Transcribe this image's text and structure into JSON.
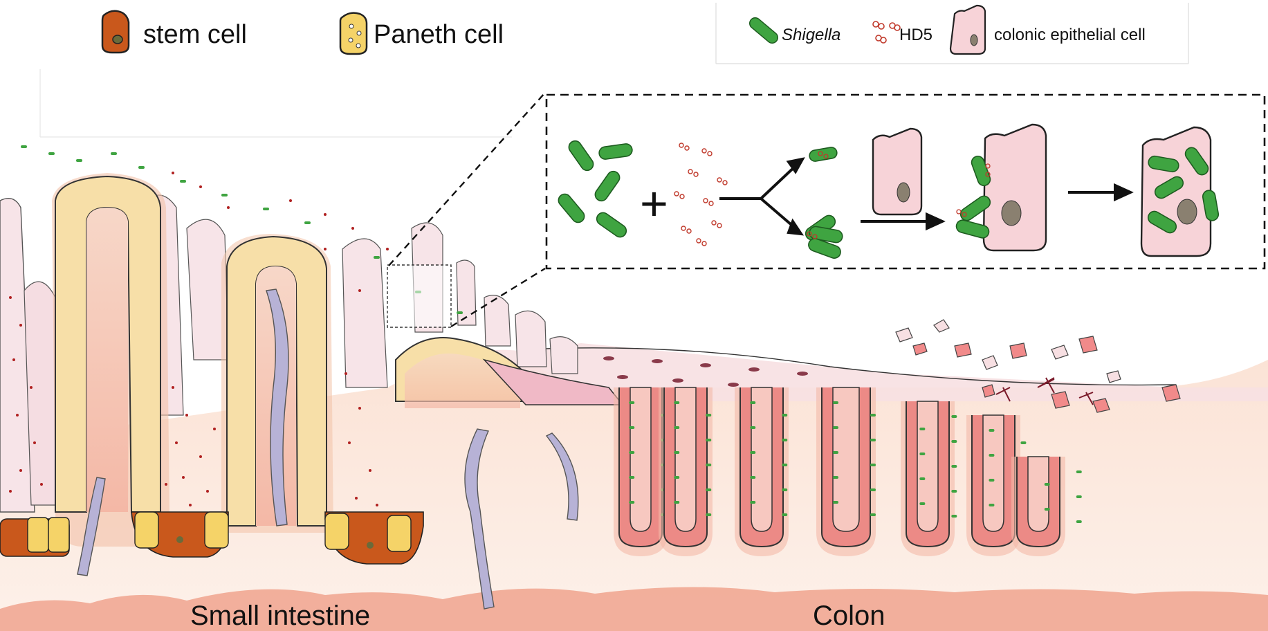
{
  "legend_left": {
    "stem_cell": "stem cell",
    "paneth_cell": "Paneth cell"
  },
  "legend_right": {
    "shigella": "Shigella",
    "hd5": "HD5",
    "colonic_cell": "colonic epithelial cell"
  },
  "regions": {
    "small_intestine": "Small intestine",
    "colon": "Colon"
  },
  "colors": {
    "stem_cell": "#c9581c",
    "paneth_cell": "#f5d368",
    "shigella": "#3fa441",
    "hd5": "#c0392b",
    "colonic_cell": "#f7d3d8",
    "lamina": "#f2c9b4",
    "capillary": "#b7b2d6"
  }
}
